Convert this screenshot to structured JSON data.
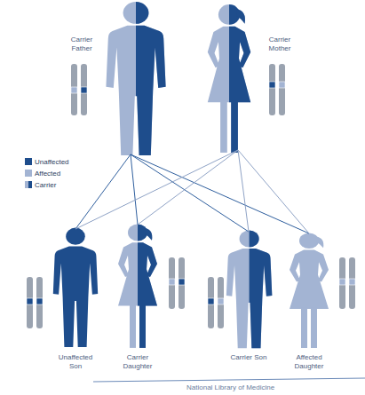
{
  "diagram": {
    "nodes": [
      {
        "text": [
          "Carrier Father"
        ]
      },
      {
        "text": [
          "Carrier Mother"
        ]
      },
      {
        "text": [
          "Unaffected Son"
        ]
      },
      {
        "text": [
          "Carrier Daughter"
        ]
      },
      {
        "text": [
          "Carrier Son"
        ]
      },
      {
        "text": [
          "Affected Daughter"
        ]
      }
    ],
    "edges": [
      {
        "from": 0,
        "to": 2,
        "arrow": "none"
      },
      {
        "from": 0,
        "to": 3,
        "arrow": "none"
      },
      {
        "from": 0,
        "to": 4,
        "arrow": "none"
      },
      {
        "from": 0,
        "to": 5,
        "arrow": "none"
      },
      {
        "from": 1,
        "to": 2,
        "arrow": "none"
      },
      {
        "from": 1,
        "to": 3,
        "arrow": "none"
      },
      {
        "from": 1,
        "to": 4,
        "arrow": "none"
      },
      {
        "from": 1,
        "to": 5,
        "arrow": "none"
      }
    ],
    "labels": [
      "National Library of Medicine"
    ],
    "legend": [
      {
        "text": "Unaffected",
        "color": "#1e4d8c"
      },
      {
        "text": "Affected",
        "color": "#a3b4d3"
      },
      {
        "text": "Carrier"
      }
    ]
  }
}
